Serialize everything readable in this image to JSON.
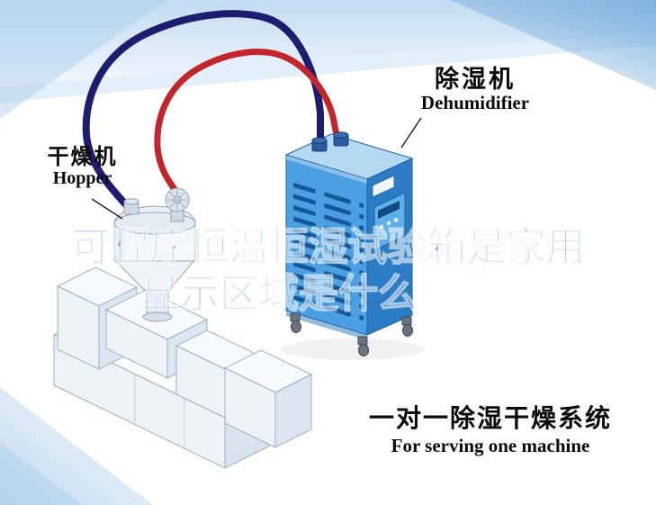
{
  "labels": {
    "dehumidifier": {
      "cn": "除湿机",
      "en": "Dehumidifier"
    },
    "hopper": {
      "cn": "干燥机",
      "en": "Hopper"
    },
    "system": {
      "cn": "一对一除湿干燥系统",
      "en": "For serving one machine"
    }
  },
  "watermark": {
    "line1": "可程序恒温恒湿试验箱是家用",
    "line2": "显示区域是什么"
  },
  "colors": {
    "pipe_cold": "#1c1c70",
    "pipe_hot": "#c5242b",
    "cabinet_front": "#4aa0e2",
    "cabinet_side": "#2b7cc4",
    "cabinet_top": "#b5d9f2",
    "vent_slot": "#11508f",
    "watermark": "#2f67c5",
    "label_text": "#0a0a0a",
    "stripe_blue": "#aecfec"
  }
}
